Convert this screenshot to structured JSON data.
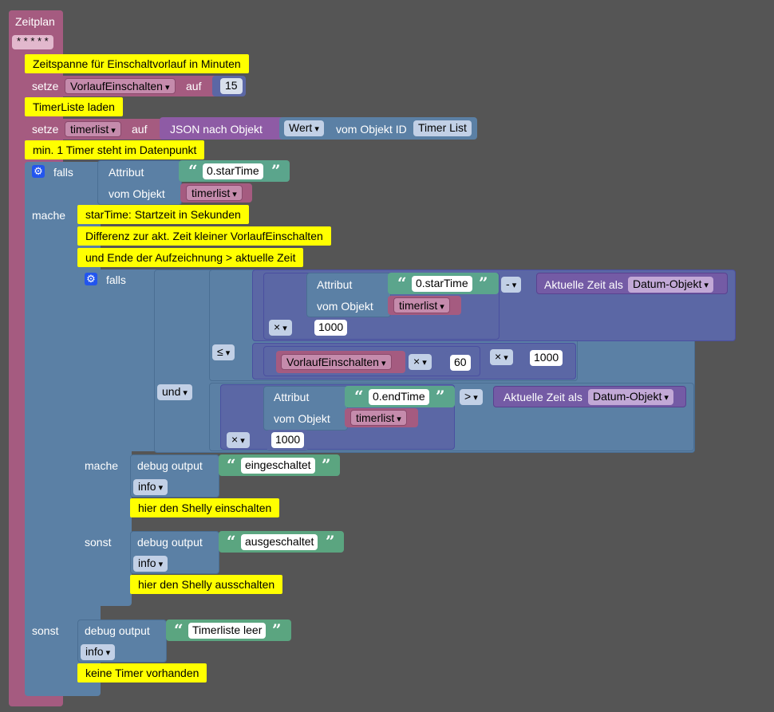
{
  "schedule": {
    "title": "Zeitplan",
    "cron": "* * * * *"
  },
  "comments": {
    "c1": "Zeitspanne für Einschaltvorlauf in Minuten",
    "c2": "TimerListe laden",
    "c3": "min. 1 Timer steht im Datenpunkt",
    "c4": "starTime: Startzeit in Sekunden",
    "c5": "Differenz zur akt. Zeit kleiner VorlaufEinschalten",
    "c6": "und Ende der Aufzeichnung > aktuelle Zeit",
    "c7": "hier den Shelly einschalten",
    "c8": "hier den Shelly ausschalten",
    "c9": "keine Timer vorhanden"
  },
  "set1": {
    "setze": "setze",
    "var": "VorlaufEinschalten",
    "auf": "auf",
    "value": "15"
  },
  "set2": {
    "setze": "setze",
    "var": "timerlist",
    "auf": "auf",
    "json": "JSON nach Objekt",
    "wert": "Wert",
    "vom": "vom Objekt ID",
    "id": "Timer List"
  },
  "if1": {
    "falls": "falls",
    "attribut": "Attribut",
    "attr_value": "0.starTime",
    "vom_objekt": "vom Objekt",
    "obj": "timerlist",
    "mache": "mache",
    "sonst": "sonst"
  },
  "if2": {
    "falls": "falls",
    "attribut": "Attribut",
    "attr1": "0.starTime",
    "vom_objekt": "vom Objekt",
    "obj": "timerlist",
    "minus": "-",
    "now_label": "Aktuelle Zeit als",
    "now_fmt": "Datum-Objekt",
    "mul": "×",
    "n1000": "1000",
    "le": "≤",
    "var": "VorlaufEinschalten",
    "n60": "60",
    "and": "und",
    "attr2": "0.endTime",
    "gt": ">",
    "mache": "mache",
    "sonst": "sonst"
  },
  "debug": {
    "label": "debug output",
    "level": "info",
    "msg_on": "eingeschaltet",
    "msg_off": "ausgeschaltet",
    "msg_empty": "Timerliste leer"
  },
  "colors": {
    "workspace": "#555555",
    "logic": "#5b80a5",
    "variables": "#a55b80",
    "math": "#5b67a5",
    "text": "#5ba58c",
    "comment": "#ffff00"
  }
}
